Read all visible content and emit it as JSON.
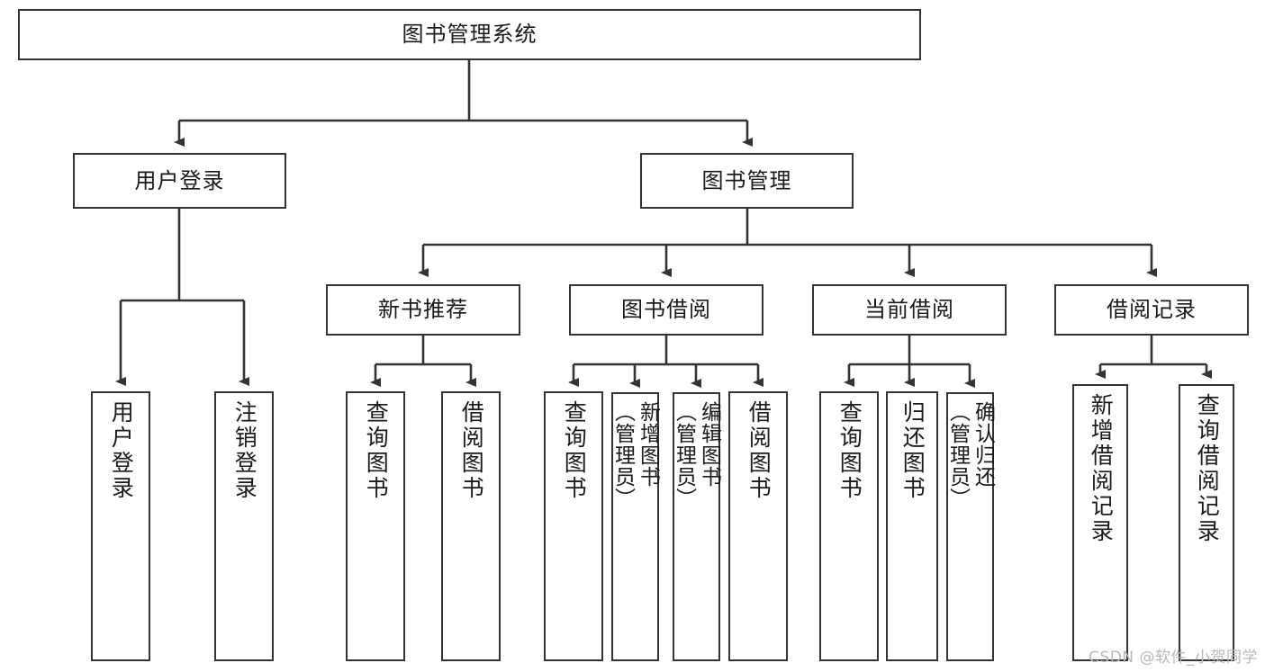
{
  "diagram": {
    "title": "图书管理系统",
    "watermark": "CSDN @软件_小贺同学",
    "colors": {
      "box_border": "#333333",
      "box_fill": "#ffffff",
      "connector": "#333333",
      "text": "#1a1a1a",
      "watermark": "#b9b9b9"
    },
    "root": {
      "label": "图书管理系统"
    },
    "level2": [
      {
        "label": "用户登录"
      },
      {
        "label": "图书管理"
      }
    ],
    "level3": [
      {
        "label": "新书推荐"
      },
      {
        "label": "图书借阅"
      },
      {
        "label": "当前借阅"
      },
      {
        "label": "借阅记录"
      }
    ],
    "leaves": {
      "user_login": [
        {
          "label": "用户登录"
        },
        {
          "label": "注销登录"
        }
      ],
      "new_book": [
        {
          "label": "查询图书"
        },
        {
          "label": "借阅图书"
        }
      ],
      "book_borrow": [
        {
          "label": "查询图书"
        },
        {
          "label": "新增图书\n（管理员）"
        },
        {
          "label": "编辑图书\n（管理员）"
        },
        {
          "label": "借阅图书"
        }
      ],
      "current_borrow": [
        {
          "label": "查询图书"
        },
        {
          "label": "归还图书"
        },
        {
          "label": "确认归还\n（管理员）"
        }
      ],
      "borrow_record": [
        {
          "label": "新增借阅记录"
        },
        {
          "label": "查询借阅记录"
        }
      ]
    }
  }
}
